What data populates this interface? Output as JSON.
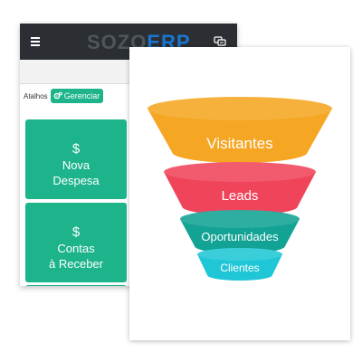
{
  "phone": {
    "brand_left": "SOZO",
    "brand_right": "ERP",
    "shortcuts_label": "Atalhos",
    "manage_label": "Gerenciar",
    "shortcuts": [
      {
        "icon": "$",
        "line1": "Nova",
        "line2": "Despesa"
      },
      {
        "icon": "$",
        "line1": "Contas",
        "line2": "à Receber"
      }
    ]
  },
  "funnel": {
    "stages": [
      {
        "label": "Visitantes",
        "color": "#f5a623"
      },
      {
        "label": "Leads",
        "color": "#f0445a"
      },
      {
        "label": "Oportunidades",
        "color": "#12a394"
      },
      {
        "label": "Clientes",
        "color": "#1fc7d6"
      }
    ]
  },
  "colors": {
    "accent_green": "#1db48c",
    "header_dark": "#2b2f33",
    "brand_blue": "#1976d2"
  }
}
